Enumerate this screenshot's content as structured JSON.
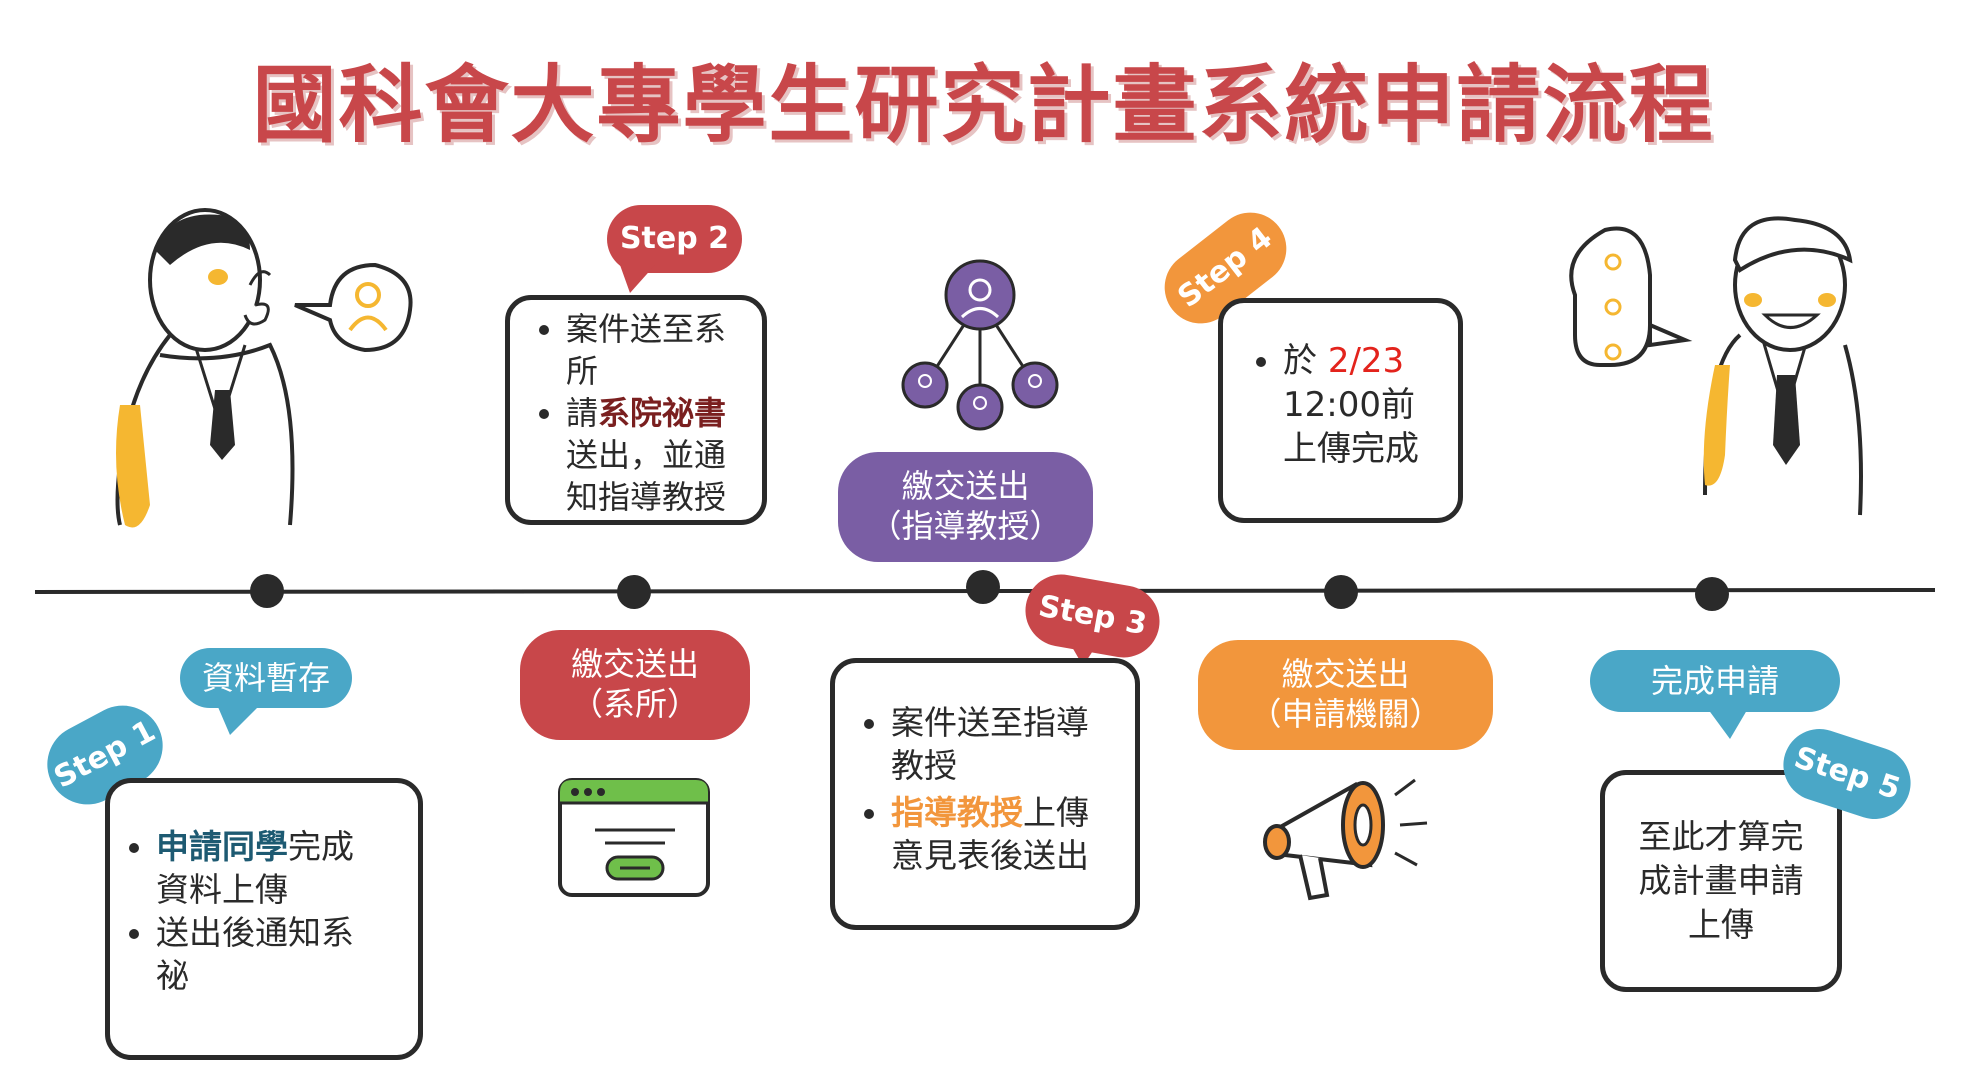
{
  "title": "國科會大專學生研究計畫系統申請流程",
  "colors": {
    "teal": "#4aa7c7",
    "red": "#c8474a",
    "purple": "#7a5ea4",
    "orange": "#f2963c",
    "yellow": "#f5b731",
    "ink": "#2a2a2a"
  },
  "steps": {
    "s1": "Step 1",
    "s2": "Step 2",
    "s3": "Step 3",
    "s4": "Step 4",
    "s5": "Step 5"
  },
  "labels": {
    "save": "資料暫存",
    "dept_submit_1": "繳交送出",
    "dept_submit_2": "（系所）",
    "advisor_submit_1": "繳交送出",
    "advisor_submit_2": "（指導教授）",
    "agency_submit_1": "繳交送出",
    "agency_submit_2": "（申請機關）",
    "complete": "完成申請"
  },
  "box1": {
    "b1_hl": "申請同學",
    "b1_rest1": "完成",
    "b1_rest2": "資料上傳",
    "b2_1": "送出後通知系",
    "b2_2": "祕"
  },
  "box2": {
    "b1_1": "案件送至系",
    "b1_2": "所",
    "b2_pre": "請",
    "b2_hl": "系院祕書",
    "b2_2": "送出，並通",
    "b2_3": "知指導教授"
  },
  "box3": {
    "b1_1": "案件送至指導",
    "b1_2": "教授",
    "b2_hl": "指導教授",
    "b2_rest": "上傳",
    "b2_2": "意見表後送出"
  },
  "box4": {
    "pre": "於 ",
    "date": "2/23",
    "line2": "12:00前",
    "line3": "上傳完成"
  },
  "box5": {
    "line1": "至此才算完",
    "line2": "成計畫申請",
    "line3": "上傳"
  }
}
